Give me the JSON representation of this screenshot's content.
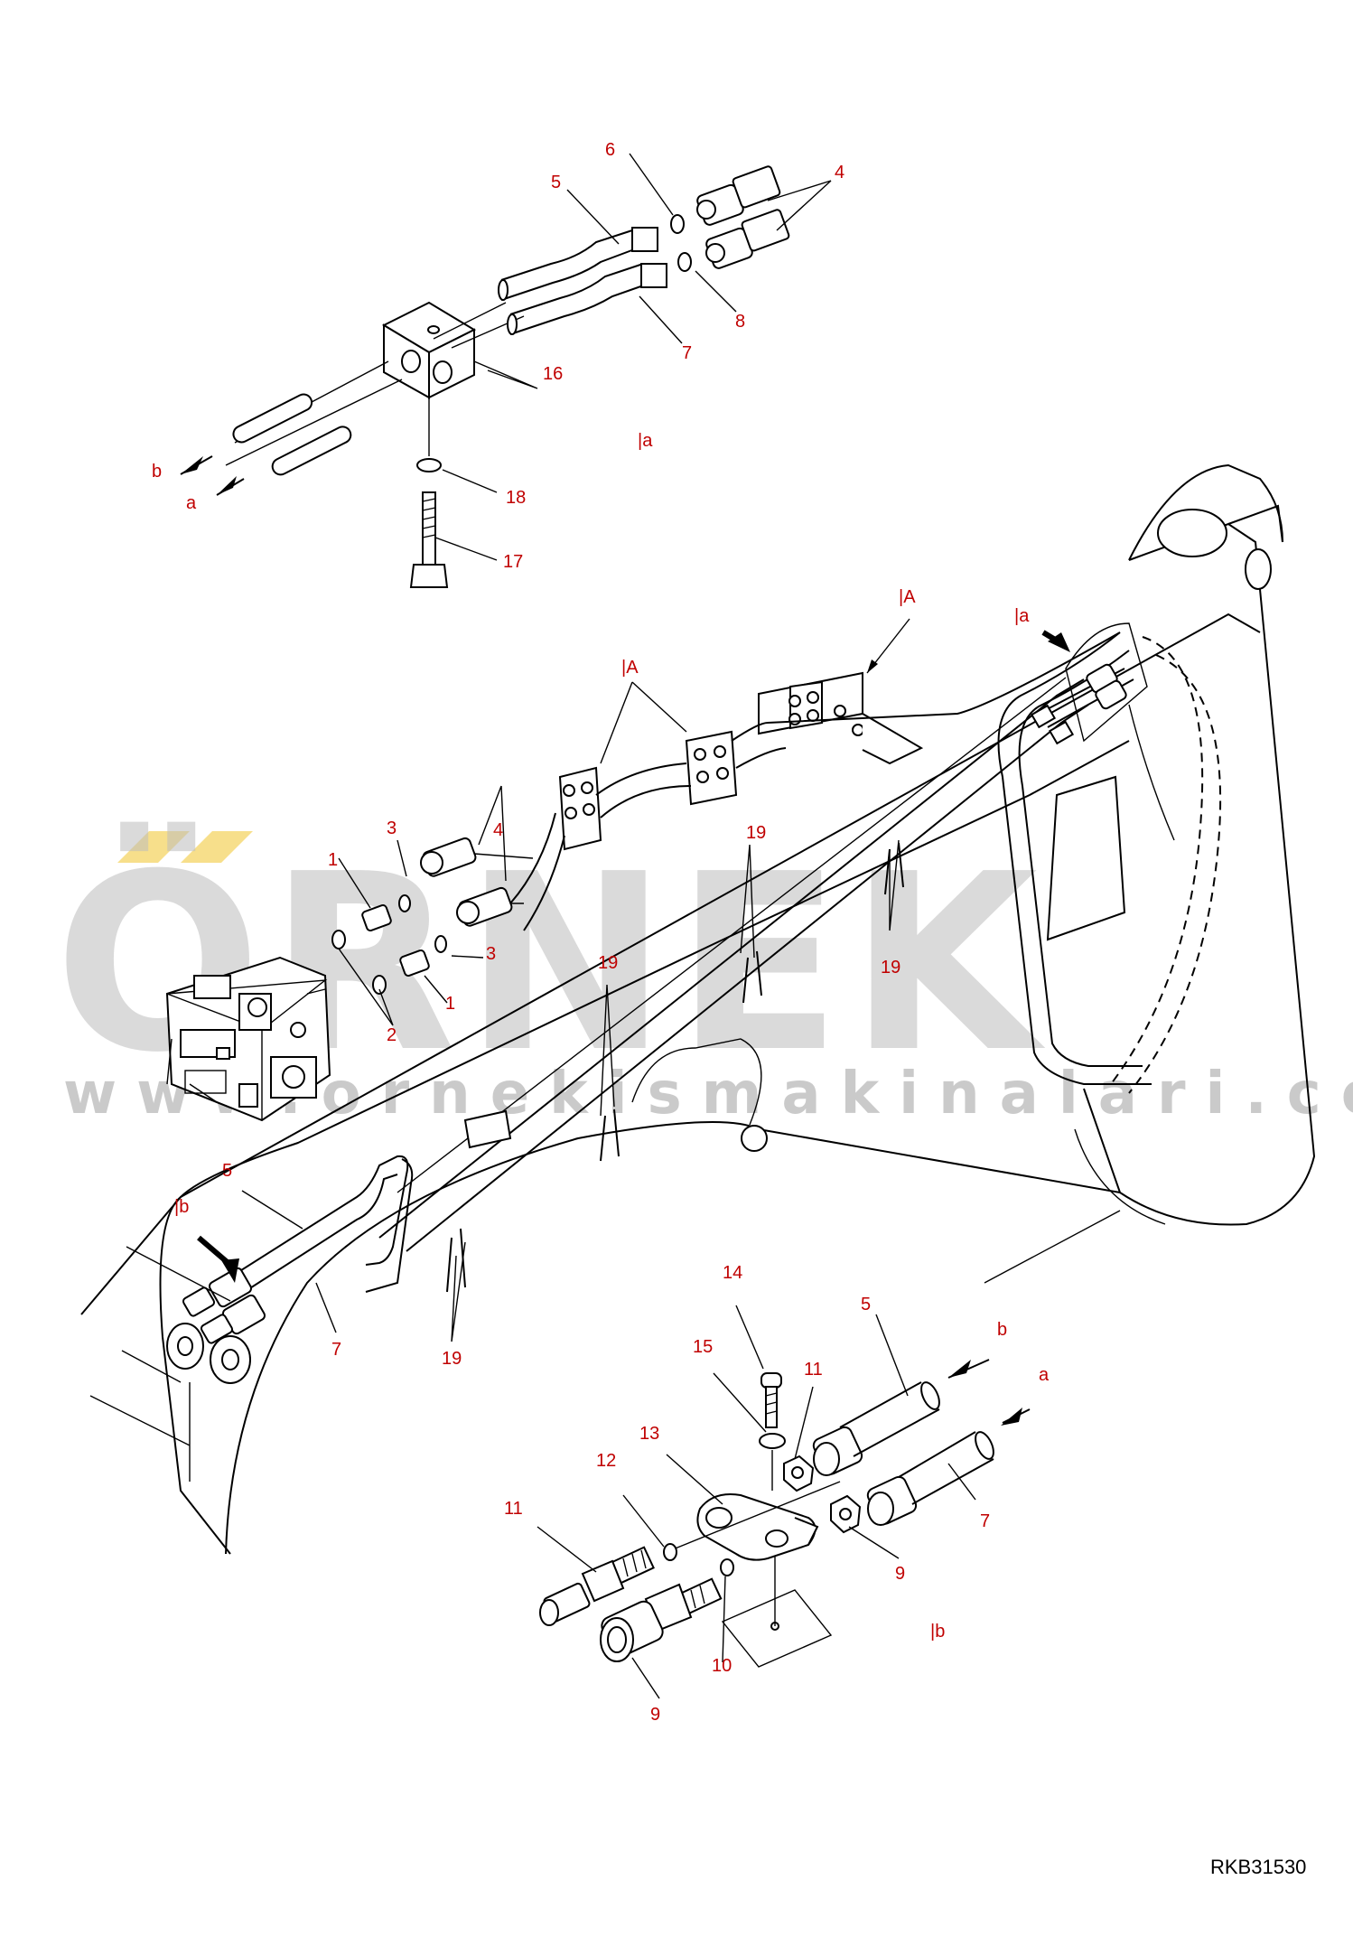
{
  "drawing": {
    "code": "RKB31530",
    "callouts": {
      "c1a": "1",
      "c1b": "1",
      "c2": "2",
      "c3a": "3",
      "c3b": "3",
      "c4a": "4",
      "c4b": "4",
      "c5a": "5",
      "c5b": "5",
      "c5c": "5",
      "c6": "6",
      "c7a": "7",
      "c7b": "7",
      "c7c": "7",
      "c8": "8",
      "c9a": "9",
      "c9b": "9",
      "c10": "10",
      "c11a": "11",
      "c11b": "11",
      "c12": "12",
      "c13": "13",
      "c14": "14",
      "c15": "15",
      "c16": "16",
      "c17": "17",
      "c18": "18",
      "c19a": "19",
      "c19b": "19",
      "c19c": "19",
      "c19d": "19"
    },
    "refs": {
      "a_top": "a",
      "b_top": "b",
      "ref_a_detail": "|a",
      "ref_a_boom": "|a",
      "ref_A1": "|A",
      "ref_A2": "|A",
      "ref_b_boom": "|b",
      "ref_b_detail": "|b",
      "a_bottom": "a",
      "b_bottom": "b"
    }
  },
  "watermark": {
    "brand": "ÖRNEK",
    "url": "www.ornekismakinalari.com.tr",
    "accent_color": "#f5d76e"
  }
}
